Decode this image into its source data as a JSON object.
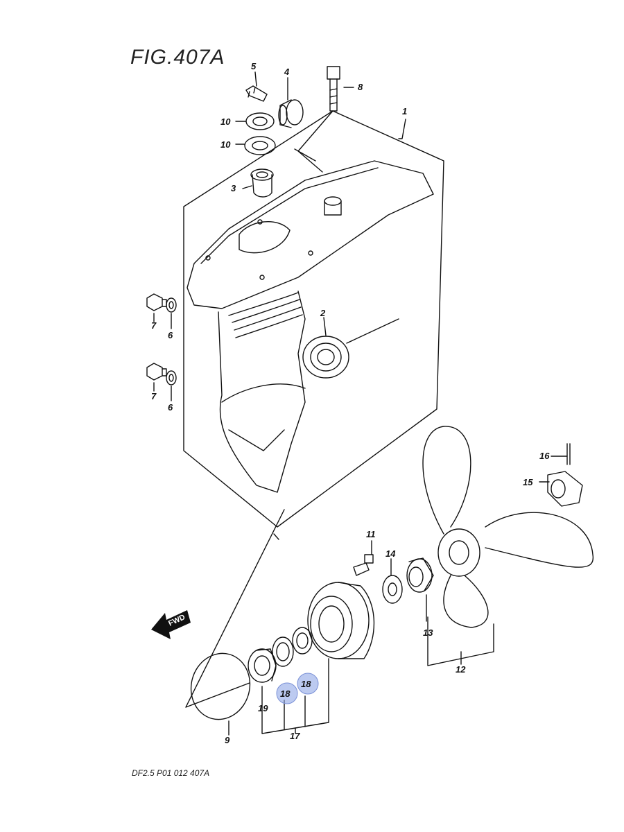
{
  "diagram": {
    "title": "FIG.407A",
    "footer": "DF2.5 P01 012  407A",
    "highlight_color": "#8fa6e6",
    "direction_label": "FWD"
  },
  "callouts": [
    {
      "id": "1",
      "label": "1"
    },
    {
      "id": "2",
      "label": "2"
    },
    {
      "id": "3",
      "label": "3"
    },
    {
      "id": "4",
      "label": "4"
    },
    {
      "id": "5",
      "label": "5"
    },
    {
      "id": "6a",
      "label": "6"
    },
    {
      "id": "6b",
      "label": "6"
    },
    {
      "id": "7a",
      "label": "7"
    },
    {
      "id": "7b",
      "label": "7"
    },
    {
      "id": "8",
      "label": "8"
    },
    {
      "id": "9",
      "label": "9"
    },
    {
      "id": "10a",
      "label": "10"
    },
    {
      "id": "10b",
      "label": "10"
    },
    {
      "id": "11",
      "label": "11"
    },
    {
      "id": "12",
      "label": "12"
    },
    {
      "id": "13",
      "label": "13"
    },
    {
      "id": "14",
      "label": "14"
    },
    {
      "id": "15",
      "label": "15"
    },
    {
      "id": "16",
      "label": "16"
    },
    {
      "id": "17",
      "label": "17"
    },
    {
      "id": "18a",
      "label": "18",
      "highlighted": true
    },
    {
      "id": "18b",
      "label": "18",
      "highlighted": true
    },
    {
      "id": "19",
      "label": "19"
    }
  ]
}
